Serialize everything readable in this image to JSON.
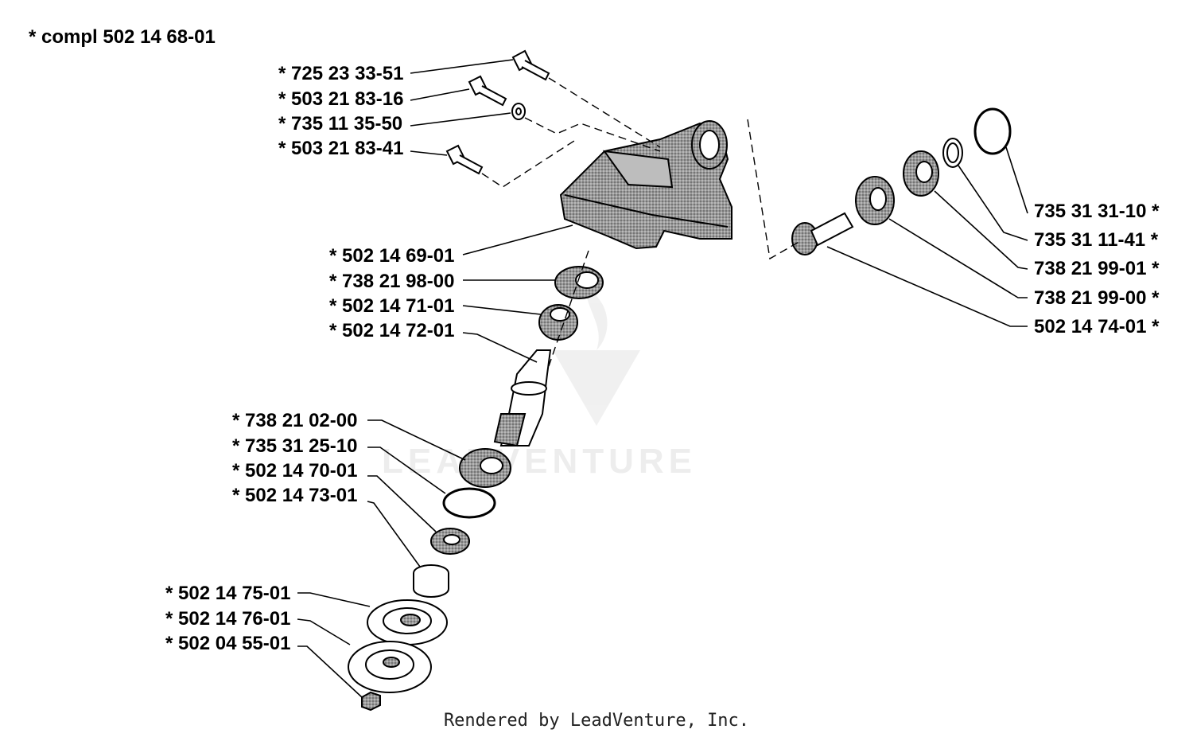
{
  "assembly": "*  compl 502 14 68-01",
  "watermark": "LEADVENTURE",
  "footer": "Rendered by LeadVenture, Inc.",
  "colors": {
    "ink": "#000000",
    "shade": "#8a8a8a",
    "watermark": "#ededed"
  },
  "callouts_left": [
    {
      "id": "p1",
      "label": "*  725 23 33-51"
    },
    {
      "id": "p2",
      "label": "*  503 21 83-16"
    },
    {
      "id": "p3",
      "label": "*  735 11 35-50"
    },
    {
      "id": "p4",
      "label": "*  503 21 83-41"
    },
    {
      "id": "p5",
      "label": "*  502 14 69-01"
    },
    {
      "id": "p6",
      "label": "*  738 21 98-00"
    },
    {
      "id": "p7",
      "label": "*  502 14 71-01"
    },
    {
      "id": "p8",
      "label": "*  502 14 72-01"
    },
    {
      "id": "p9",
      "label": "*  738 21 02-00"
    },
    {
      "id": "p10",
      "label": "*  735 31 25-10"
    },
    {
      "id": "p11",
      "label": "*  502 14 70-01"
    },
    {
      "id": "p12",
      "label": "*  502 14 73-01"
    },
    {
      "id": "p13",
      "label": "*  502 14 75-01"
    },
    {
      "id": "p14",
      "label": "*  502 14 76-01"
    },
    {
      "id": "p15",
      "label": "*  502 04 55-01"
    }
  ],
  "callouts_right": [
    {
      "id": "r1",
      "label": "735 31 31-10  *"
    },
    {
      "id": "r2",
      "label": "735 31 11-41  *"
    },
    {
      "id": "r3",
      "label": "738 21 99-01  *"
    },
    {
      "id": "r4",
      "label": "738 21 99-00  *"
    },
    {
      "id": "r5",
      "label": "502 14 74-01  *"
    }
  ]
}
